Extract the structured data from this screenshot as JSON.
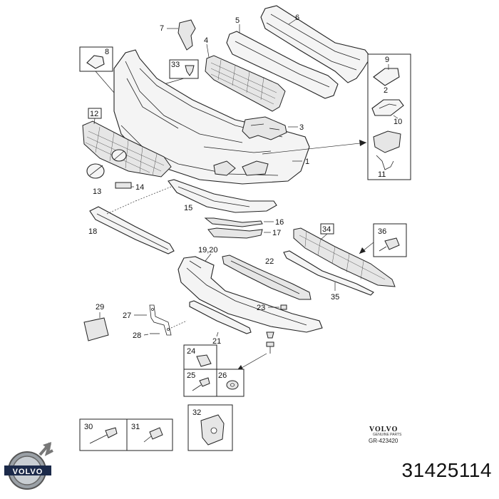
{
  "diagram": {
    "callouts": {
      "c1": "1",
      "c2": "2",
      "c3": "3",
      "c4": "4",
      "c5": "5",
      "c6": "6",
      "c7": "7",
      "c8": "8",
      "c9": "9",
      "c10": "10",
      "c11": "11",
      "c12": "12",
      "c13": "13",
      "c14": "14",
      "c15": "15",
      "c16": "16",
      "c17": "17",
      "c18": "18",
      "c1920": "19,20",
      "c21": "21",
      "c22": "22",
      "c23": "23",
      "c24": "24",
      "c25": "25",
      "c26": "26",
      "c27": "27",
      "c28": "28",
      "c29": "29",
      "c30": "30",
      "c31": "31",
      "c32": "32",
      "c33": "33",
      "c34": "34",
      "c35": "35",
      "c36": "36"
    }
  },
  "branding": {
    "logo_text": "VOLVO",
    "wordmark": "VOLVO",
    "sub_wordmark": "GENUINE PARTS",
    "ref_code": "GR-423420",
    "part_number": "31425114"
  },
  "icons": {
    "logo": "volvo-iron-mark-icon"
  }
}
